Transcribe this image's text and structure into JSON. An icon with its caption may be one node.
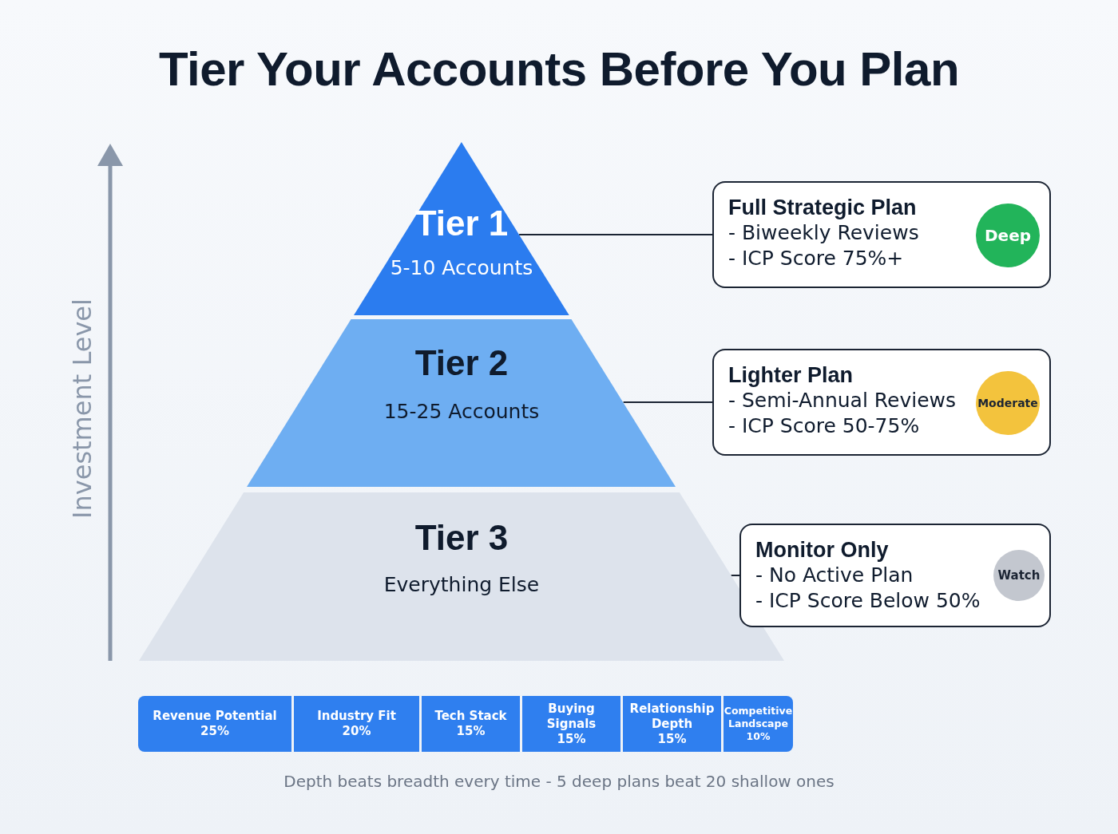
{
  "diagram": {
    "title": "Tier Your Accounts Before You Plan",
    "caption": "Depth beats breadth every time - 5 deep plans beat 20 shallow ones",
    "nodes": [
      {
        "text": [
          "Tier 1",
          "5-10 Accounts"
        ]
      },
      {
        "text": [
          "Tier 2",
          "15-25 Accounts"
        ]
      },
      {
        "text": [
          "Tier 3",
          "Everything Else"
        ]
      },
      {
        "text": [
          "Full Strategic Plan",
          "- Biweekly Reviews",
          "- ICP Score 75%+"
        ]
      },
      {
        "text": [
          "Deep"
        ],
        "in": 3
      },
      {
        "text": [
          "Lighter Plan",
          "- Semi-Annual Reviews",
          "- ICP Score 50-75%"
        ]
      },
      {
        "text": [
          "Moderate"
        ],
        "in": 5
      },
      {
        "text": [
          "Monitor Only",
          "- No Active Plan",
          "- ICP Score Below 50%"
        ]
      },
      {
        "text": [
          "Watch"
        ],
        "in": 7
      },
      {
        "text": [
          "Revenue Potential",
          "25%"
        ]
      },
      {
        "text": [
          "Industry Fit",
          "20%"
        ]
      },
      {
        "text": [
          "Tech Stack",
          "15%"
        ]
      },
      {
        "text": [
          "Buying Signals",
          "15%"
        ]
      },
      {
        "text": [
          "Relationship Depth",
          "15%"
        ]
      },
      {
        "text": [
          "Competitive Landscape",
          "10%"
        ]
      }
    ],
    "edges": [
      {
        "from": 0,
        "to": 3,
        "arrow": "none"
      },
      {
        "from": 1,
        "to": 5,
        "arrow": "none"
      },
      {
        "from": 2,
        "to": 7,
        "arrow": "none"
      }
    ],
    "labels": [
      "Investment Level"
    ]
  }
}
